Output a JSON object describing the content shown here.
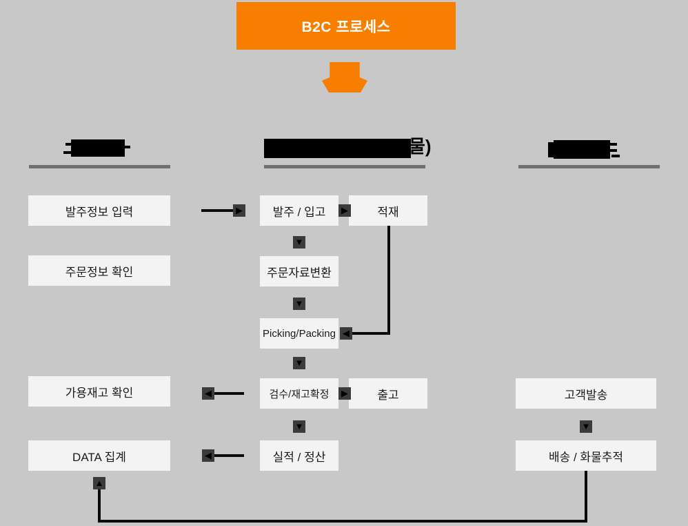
{
  "banner": {
    "label": "B2C 프로세스"
  },
  "icons": {
    "arrow_right": "▶",
    "arrow_down": "▼",
    "arrow_left": "◀",
    "arrow_up": "▲"
  },
  "columns": {
    "left": {
      "header": {
        "redacted": true,
        "visible_text": ""
      },
      "boxes": [
        {
          "label": "발주정보 입력"
        },
        {
          "label": "주문정보 확인"
        },
        {
          "label": "가용재고 확인"
        },
        {
          "label": "DATA 집계"
        }
      ]
    },
    "middle": {
      "header": {
        "redacted": true,
        "visible_text": "물)"
      },
      "boxes": [
        {
          "label": "발주 / 입고"
        },
        {
          "label": "적재"
        },
        {
          "label": "주문자료변환"
        },
        {
          "label": "Picking/Packing"
        },
        {
          "label": "검수/재고확정"
        },
        {
          "label": "출고"
        },
        {
          "label": "실적 / 정산"
        }
      ]
    },
    "right": {
      "header": {
        "redacted": true,
        "visible_text": ""
      },
      "boxes": [
        {
          "label": "고객발송"
        },
        {
          "label": "배송 / 화물추적"
        }
      ]
    }
  },
  "colors": {
    "background": "#C8C8C8",
    "banner_bg": "#F87E00",
    "banner_text": "#FFFFFF",
    "node_bg": "#F3F3F3",
    "node_text": "#1A1A1A",
    "connector": "#0B0B0B",
    "arrowhead_bg": "#3B3B3B",
    "arrowhead_glyph": "#000000",
    "underline": "#707070",
    "redaction": "#000000"
  }
}
